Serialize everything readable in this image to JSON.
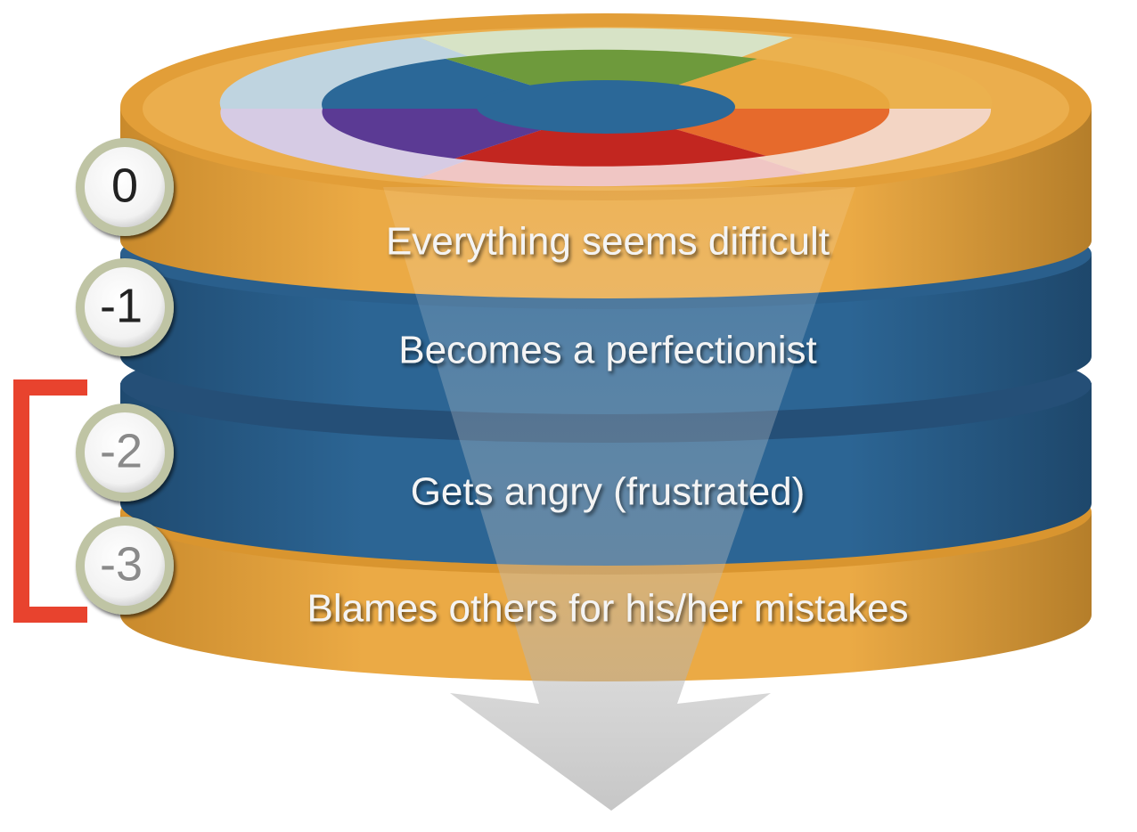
{
  "levels": [
    {
      "number": "0",
      "label": "Everything seems difficult",
      "color": "#E8A73E"
    },
    {
      "number": "-1",
      "label": "Becomes a perfectionist",
      "color": "#2A5F8C"
    },
    {
      "number": "-2",
      "label": "Gets angry (frustrated)",
      "color": "#2A5F8C"
    },
    {
      "number": "-3",
      "label": "Blames others for his/her mistakes",
      "color": "#E8A73E"
    }
  ],
  "colors": {
    "orange": "#E8A73E",
    "blue": "#2A5F8C",
    "bracket": "#E8432E",
    "arrow": "#B4B4B4",
    "wheel": [
      "#2B6898",
      "#6E9A3C",
      "#E8A73E",
      "#E66A2C",
      "#C22620",
      "#5B3A94"
    ]
  }
}
